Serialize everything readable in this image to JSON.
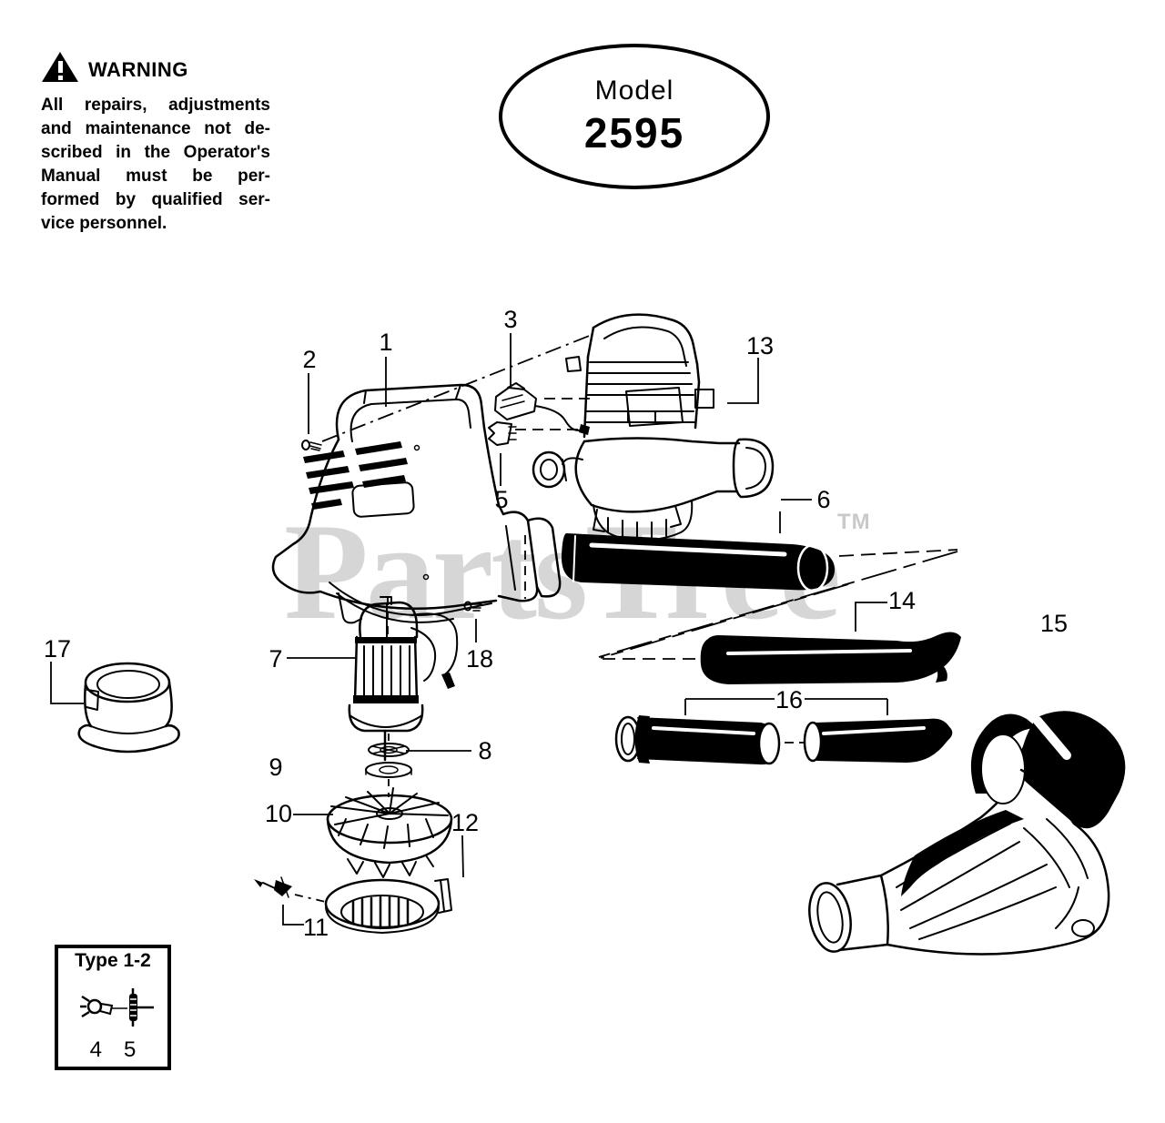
{
  "warning": {
    "title": "WARNING",
    "lines": [
      "All repairs, adjustments",
      "and maintenance not de-",
      "scribed in the Operator's",
      "Manual  must  be  per-",
      "formed by qualified ser-",
      "vice personnel."
    ]
  },
  "model_badge": {
    "label": "Model",
    "number": "2595"
  },
  "watermark": {
    "text": "PartsTree",
    "tm": "TM"
  },
  "callouts": {
    "1": "1",
    "2": "2",
    "3": "3",
    "5": "5",
    "6": "6",
    "7": "7",
    "8": "8",
    "9": "9",
    "10": "10",
    "11": "11",
    "12": "12",
    "13": "13",
    "14": "14",
    "15": "15",
    "16": "16",
    "17": "17",
    "18": "18"
  },
  "inset": {
    "title": "Type 1-2",
    "item_numbers": [
      "4",
      "5"
    ]
  },
  "colors": {
    "line": "#000000",
    "watermark": "#d6d6d6",
    "tm": "#c9c9c9"
  }
}
